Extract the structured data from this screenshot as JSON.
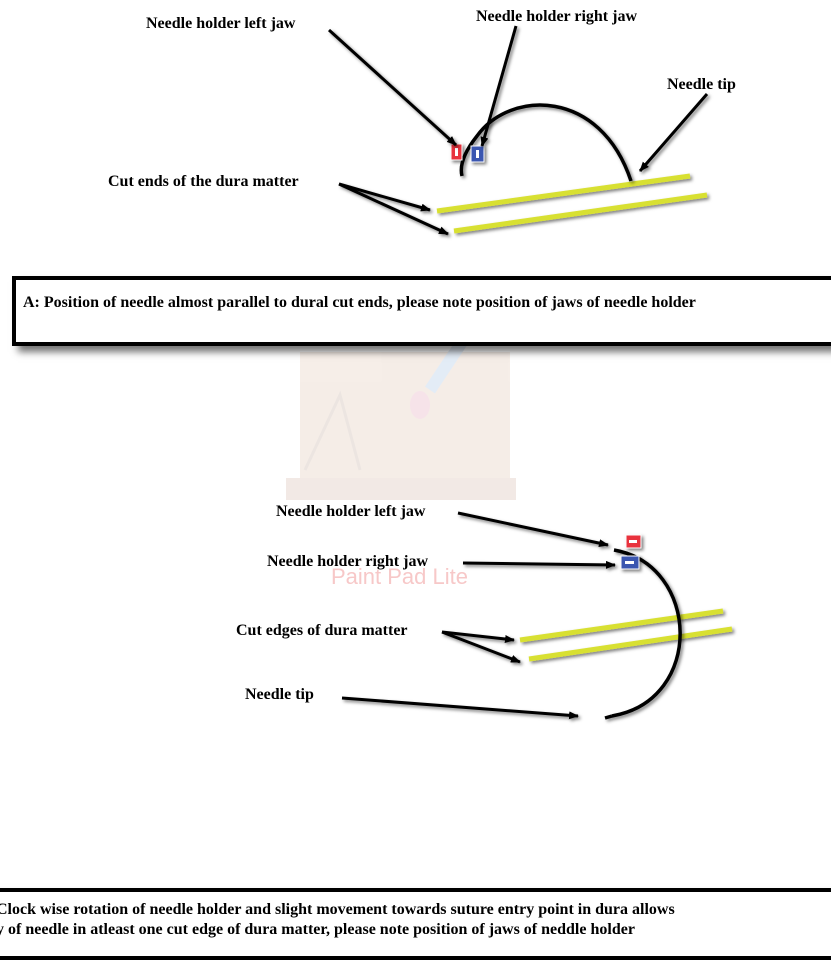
{
  "panel_a": {
    "labels": {
      "left_jaw": "Needle holder left jaw",
      "right_jaw": "Needle holder right jaw",
      "needle_tip": "Needle tip",
      "cut_ends": "Cut ends of the dura matter"
    },
    "caption": "A: Position of needle almost parallel to dural cut ends, please note position of jaws of needle holder"
  },
  "panel_b": {
    "labels": {
      "left_jaw": "Needle holder left jaw",
      "right_jaw": "Needle holder right jaw",
      "cut_edges": "Cut edges of dura matter",
      "needle_tip": "Needle tip"
    },
    "caption_line1": "Clock wise rotation of needle holder and slight movement towards suture entry point in dura allows",
    "caption_line2": "y of needle in atleast one cut edge of dura matter, please note position of jaws of neddle holder"
  },
  "watermark": "Paint Pad Lite",
  "colors": {
    "dura": "#d8e030",
    "left_jaw": "#e8323c",
    "right_jaw": "#3a56b0"
  }
}
